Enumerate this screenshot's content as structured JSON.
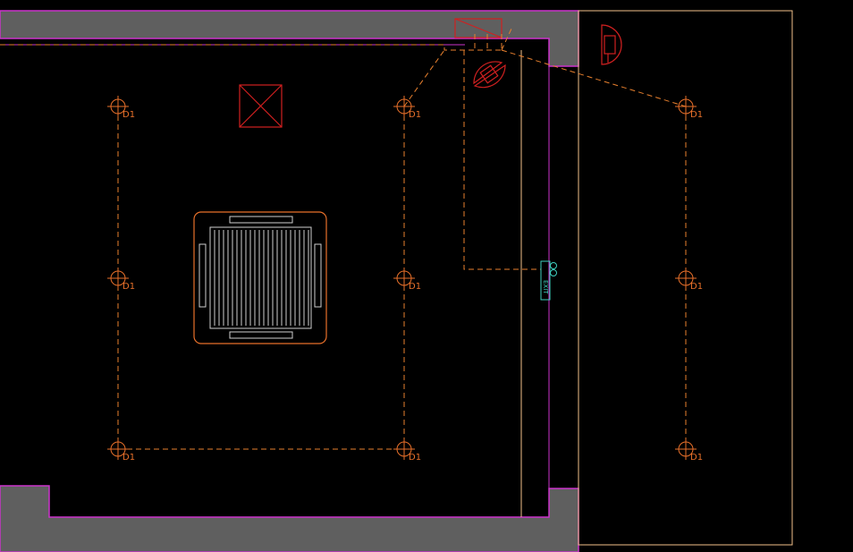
{
  "fixture_labels": [
    "D1",
    "D1",
    "D1",
    "D1",
    "D1",
    "D1",
    "D1",
    "D1",
    "D1"
  ],
  "exit_sign": {
    "label": "EXIT"
  },
  "colors": {
    "background": "#000000",
    "wall_fill": "#5f5f5f",
    "wall_outline": "#cc33cc",
    "fixture": "#e8702a",
    "wiring": "#e8802e",
    "equipment": "#d02020",
    "cassette_outline": "#e8702a",
    "grille": "#cfcfcf",
    "partition": "#f2c08a",
    "exit_sign": "#3fd0c0"
  },
  "icons": {
    "fixture": "recessed-downlight-icon",
    "ceiling_fan": "exhaust-fan-icon",
    "ac_unit": "ceiling-cassette-ac-icon",
    "panel": "distribution-panel-icon",
    "emergency_light": "emergency-light-icon",
    "exit": "exit-sign-icon"
  }
}
